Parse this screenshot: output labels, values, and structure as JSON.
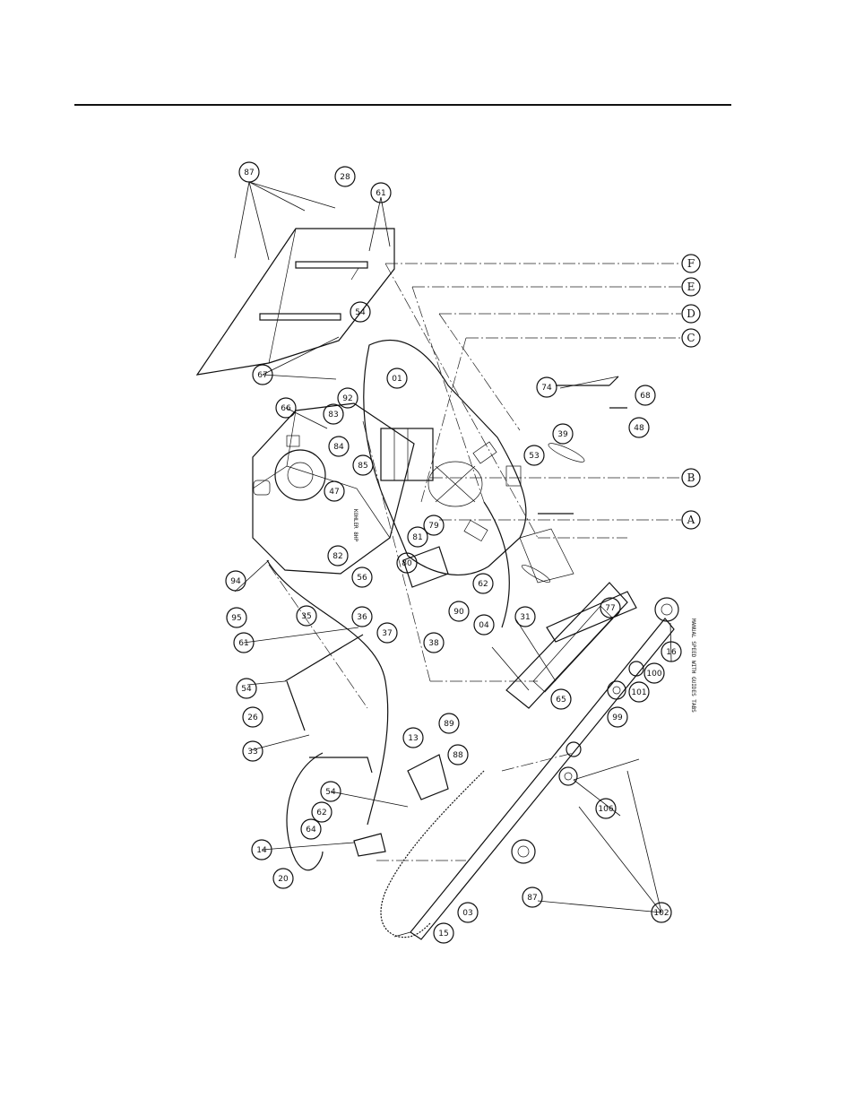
{
  "callouts": [
    "87",
    "28",
    "61",
    "54",
    "67",
    "66",
    "83",
    "92",
    "84",
    "85",
    "47",
    "82",
    "01",
    "74",
    "68",
    "48",
    "39",
    "53",
    "94",
    "95",
    "56",
    "36",
    "37",
    "38",
    "35",
    "61",
    "54",
    "80",
    "81",
    "79",
    "90",
    "62",
    "04",
    "31",
    "77",
    "26",
    "33",
    "89",
    "13",
    "88",
    "65",
    "100",
    "101",
    "99",
    "16",
    "14",
    "20",
    "64",
    "62",
    "54",
    "15",
    "03",
    "102",
    "106"
  ],
  "reference_letters": [
    "F",
    "E",
    "D",
    "C",
    "B",
    "A"
  ],
  "engine_note": "KOHLER 8HP",
  "footnote": "MANUAL SPEED WITH GUIDES TABS"
}
